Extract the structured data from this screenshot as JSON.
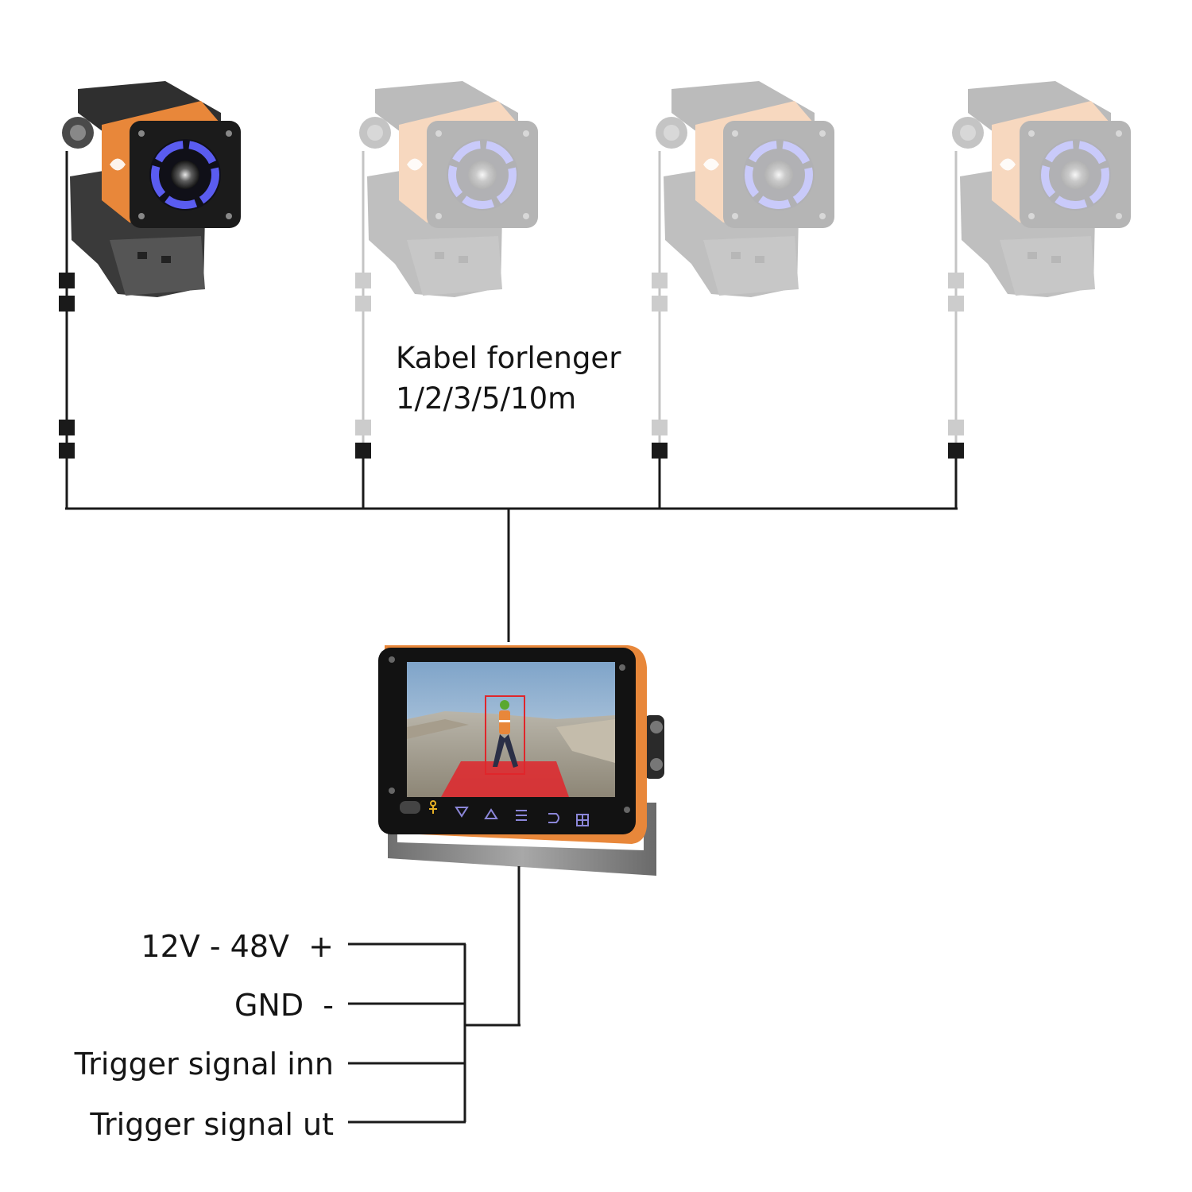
{
  "cable_label": {
    "line1": "Kabel forlenger",
    "line2": "1/2/3/5/10m"
  },
  "cameras": [
    {
      "name": "camera-1",
      "state": "active",
      "brand": "proximity"
    },
    {
      "name": "camera-2",
      "state": "faded",
      "brand": "proximity"
    },
    {
      "name": "camera-3",
      "state": "faded",
      "brand": "proximity"
    },
    {
      "name": "camera-4",
      "state": "faded",
      "brand": "proximity"
    }
  ],
  "monitor": {
    "button_icons": [
      "person-icon",
      "arrow-down-icon",
      "arrow-up-icon",
      "menu-icon",
      "back-icon",
      "grid-icon"
    ]
  },
  "power_labels": [
    {
      "text": "12V - 48V  +"
    },
    {
      "text": "GND  -"
    },
    {
      "text": "Trigger signal inn"
    },
    {
      "text": "Trigger signal ut"
    }
  ],
  "colors": {
    "accent_orange": "#e8873a",
    "camera_body": "#2b2b2b",
    "led_blue": "#5a5cf0",
    "wire": "#1a1a1a",
    "faded_wire": "#bcbcbc",
    "detection_red": "#e0262b"
  }
}
